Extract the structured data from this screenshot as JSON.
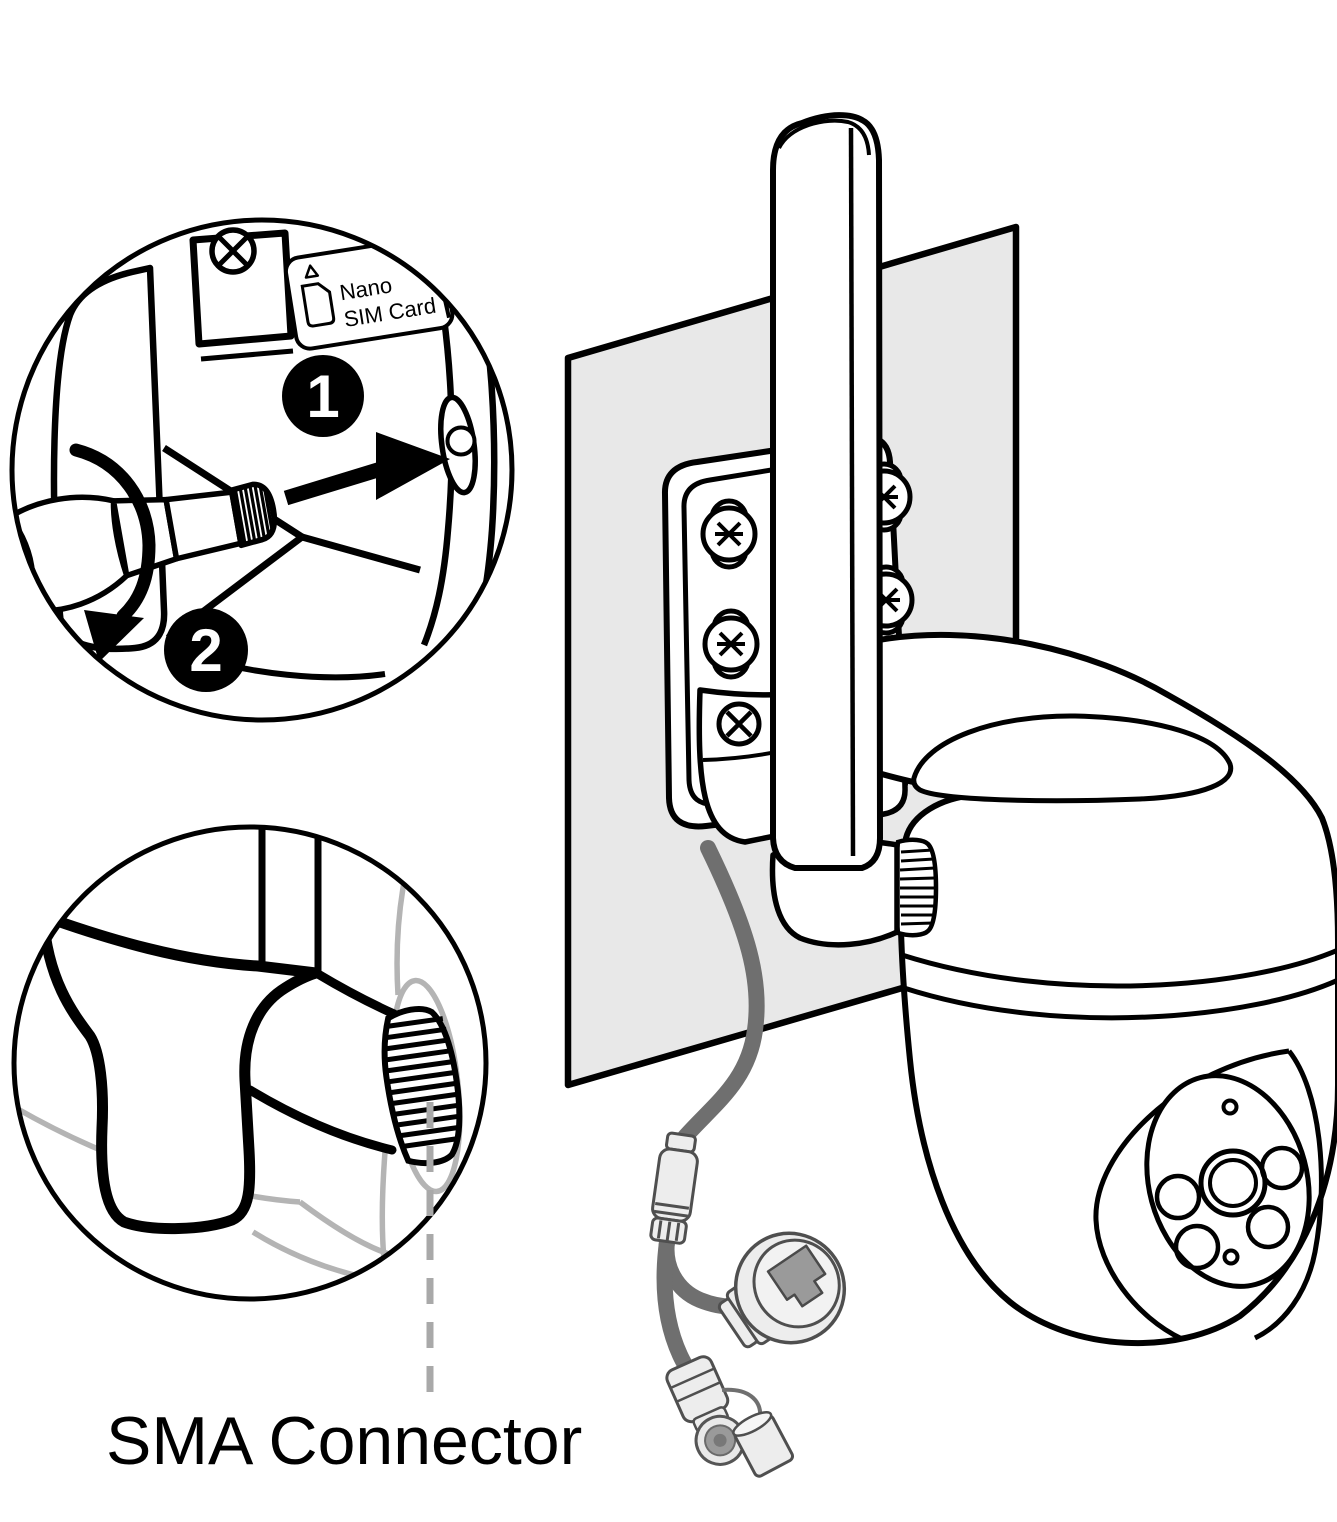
{
  "diagram": {
    "caption": "SMA Connector",
    "sim_label": {
      "line1": "Nano",
      "line2": "SIM Card"
    },
    "steps": {
      "insert": "1",
      "tighten": "2"
    },
    "colors": {
      "outline": "#000000",
      "wall_fill": "#e8e8e8",
      "cable": "#6f6f6f",
      "connector_fill": "#ededed",
      "connector_stroke": "#4f4f4f",
      "jack_fill": "#9a9a9a",
      "ghost_line": "#b4b4b4",
      "leader_dash": "#a9a9a9",
      "badge_fill": "#000000",
      "badge_text": "#ffffff"
    },
    "icons": {
      "flat_screw": "crossed-circle",
      "phillips_screw": "cross",
      "sim_card": "card-with-notched-corner",
      "alignment_mark": "triangle-outline"
    }
  }
}
